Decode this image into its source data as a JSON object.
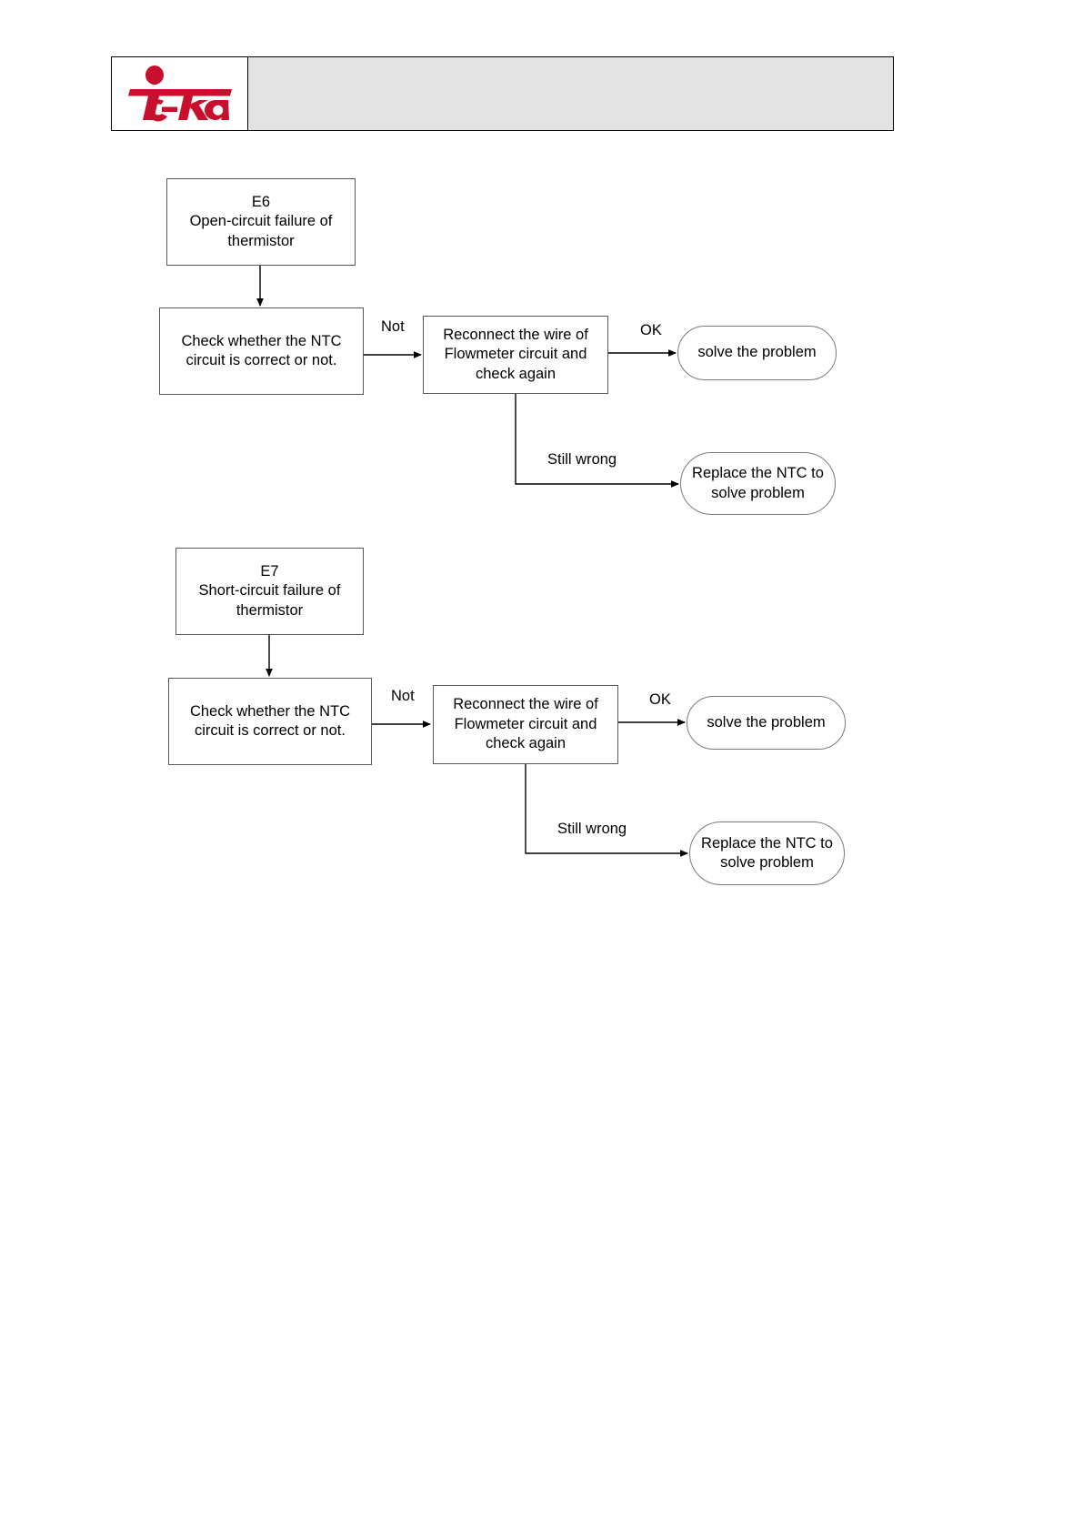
{
  "header": {
    "logo_alt": "Teka",
    "logo_wordmark": "eka",
    "logo_color": "#c8102e",
    "blank_cell_color": "#e3e3e3",
    "blank_cell_text": ""
  },
  "flowcharts": [
    {
      "id": "e6",
      "start": {
        "code": "E6",
        "description_line1": "Open-circuit failure of",
        "description_line2": "thermistor"
      },
      "decision": {
        "line1": "Check whether the NTC",
        "line2": "circuit is correct or not."
      },
      "action": {
        "line1": "Reconnect the wire of",
        "line2": "Flowmeter circuit and",
        "line3": "check again"
      },
      "edges": {
        "not": "Not",
        "ok": "OK",
        "still_wrong": "Still wrong"
      },
      "outcome_ok": "solve the problem",
      "outcome_fail_line1": "Replace the NTC to",
      "outcome_fail_line2": "solve problem"
    },
    {
      "id": "e7",
      "start": {
        "code": "E7",
        "description_line1": "Short-circuit failure of",
        "description_line2": "thermistor"
      },
      "decision": {
        "line1": "Check whether the NTC",
        "line2": "circuit is correct or not."
      },
      "action": {
        "line1": "Reconnect the wire of",
        "line2": "Flowmeter circuit and",
        "line3": "check again"
      },
      "edges": {
        "not": "Not",
        "ok": "OK",
        "still_wrong": "Still wrong"
      },
      "outcome_ok": "solve the problem",
      "outcome_fail_line1": "Replace the NTC to",
      "outcome_fail_line2": "solve problem"
    }
  ]
}
